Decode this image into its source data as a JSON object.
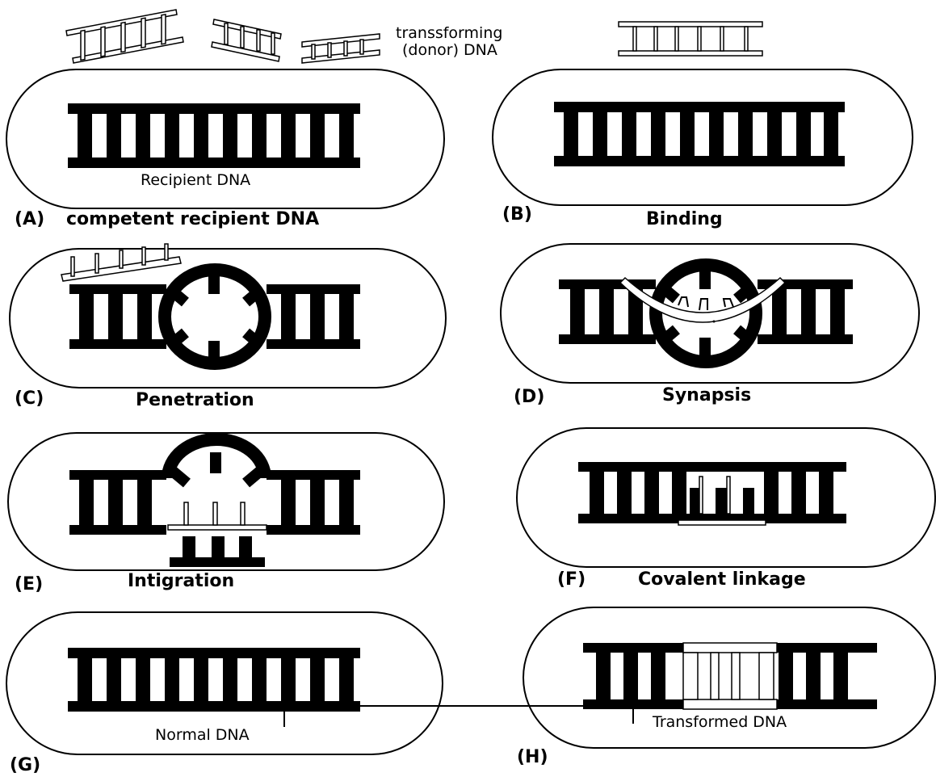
{
  "donor_label_line1": "transsforming",
  "donor_label_line2": "(donor) DNA",
  "panels": [
    {
      "letter": "(A)",
      "title": "competent recipient DNA",
      "inner_label": "Recipient DNA"
    },
    {
      "letter": "(B)",
      "title": "Binding",
      "inner_label": ""
    },
    {
      "letter": "(C)",
      "title": "Penetration",
      "inner_label": ""
    },
    {
      "letter": "(D)",
      "title": "Synapsis",
      "inner_label": ""
    },
    {
      "letter": "(E)",
      "title": "Intigration",
      "inner_label": ""
    },
    {
      "letter": "(F)",
      "title": "Covalent linkage",
      "inner_label": ""
    },
    {
      "letter": "(G)",
      "title": "",
      "inner_label": "Normal DNA"
    },
    {
      "letter": "(H)",
      "title": "",
      "inner_label": "Transformed DNA"
    }
  ],
  "colors": {
    "ink": "#000000",
    "background": "#ffffff"
  }
}
